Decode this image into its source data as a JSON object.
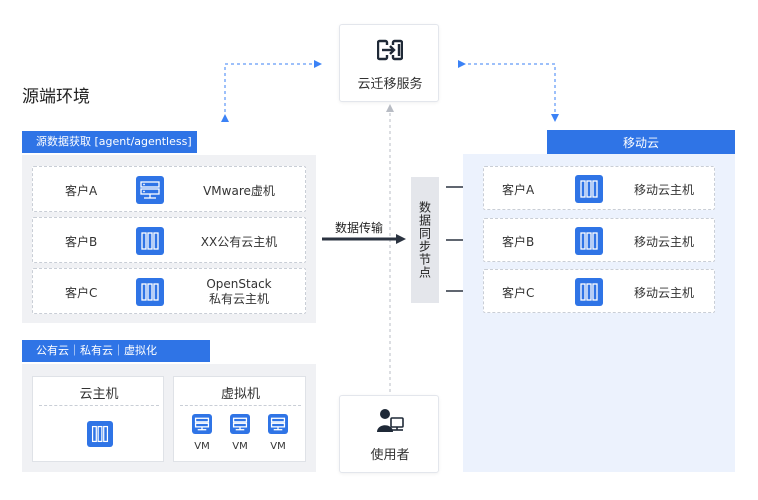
{
  "source_env": {
    "title": "源端环境",
    "tab1": "源数据获取 [agent/agentless]",
    "rows": [
      {
        "label": "客户A",
        "target": "VMware虚机",
        "icon": "server-icon"
      },
      {
        "label": "客户B",
        "target": "XX公有云主机",
        "icon": "rack-server-icon"
      },
      {
        "label": "客户C",
        "target": "OpenStack\n私有云主机",
        "icon": "rack-server-icon"
      }
    ],
    "tab2": "公有云｜私有云｜虚拟化",
    "host_box_title": "云主机",
    "vm_box_title": "虚拟机",
    "vm_labels": [
      "VM",
      "VM",
      "VM"
    ]
  },
  "migration_service": {
    "label": "云迁移服务",
    "icon": "migration-icon"
  },
  "transfer_label": "数据传输",
  "sync_node_label": "数据同步节点",
  "user": {
    "label": "使用者",
    "icon": "user-icon"
  },
  "mobile_cloud": {
    "title": "移动云",
    "rows": [
      {
        "label": "客户A",
        "target": "移动云主机"
      },
      {
        "label": "客户B",
        "target": "移动云主机"
      },
      {
        "label": "客户C",
        "target": "移动云主机"
      }
    ]
  },
  "colors": {
    "accent": "#2f74e6",
    "panel_gray": "#f0f1f4",
    "panel_blue": "#ecf2fd",
    "arrow_dark": "#2b3340"
  }
}
